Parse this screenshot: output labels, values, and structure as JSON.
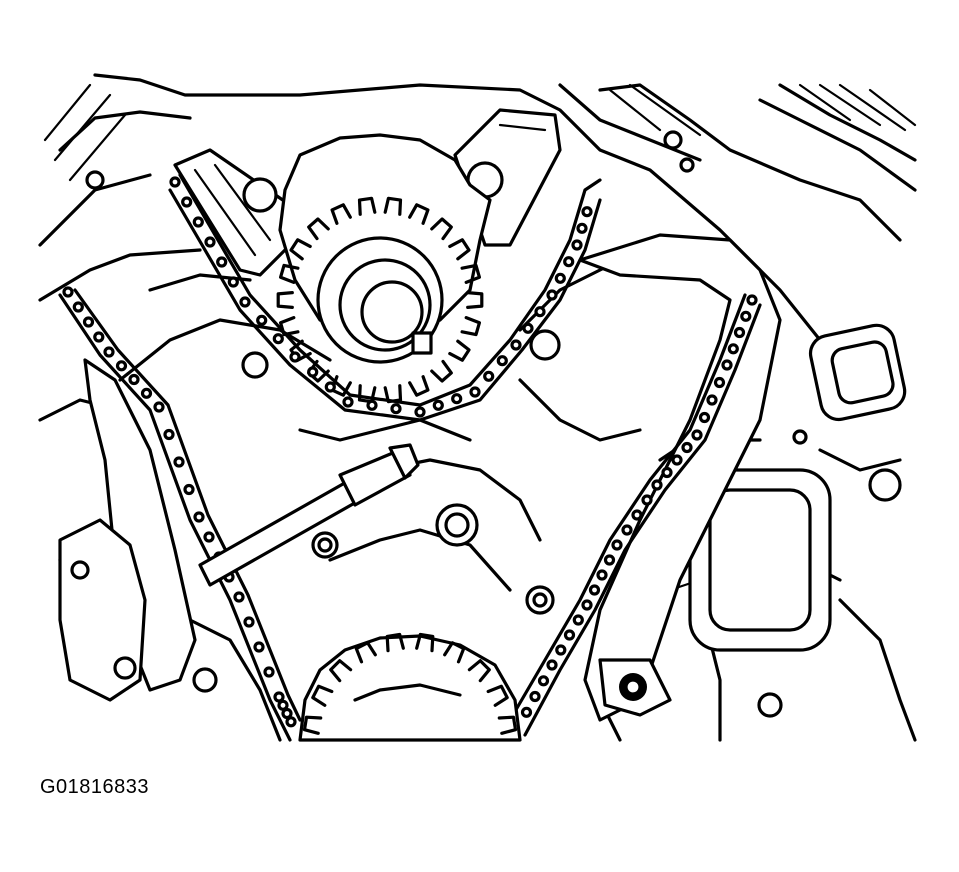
{
  "figure": {
    "code": "G01816833"
  },
  "components": [
    {
      "name": "left-chain-tensioner-guide",
      "icon": "tensioner-arm"
    },
    {
      "name": "left-upper-chain-guide",
      "icon": "chain-guide"
    },
    {
      "name": "right-upper-chain-guide",
      "icon": "chain-guide"
    },
    {
      "name": "left-camshaft-sprocket",
      "icon": "sprocket"
    },
    {
      "name": "crankshaft-sprocket",
      "icon": "sprocket"
    },
    {
      "name": "left-timing-chain",
      "icon": "chain"
    },
    {
      "name": "right-timing-chain",
      "icon": "chain"
    },
    {
      "name": "right-chain-tensioner-arm",
      "icon": "tensioner-arm"
    }
  ]
}
